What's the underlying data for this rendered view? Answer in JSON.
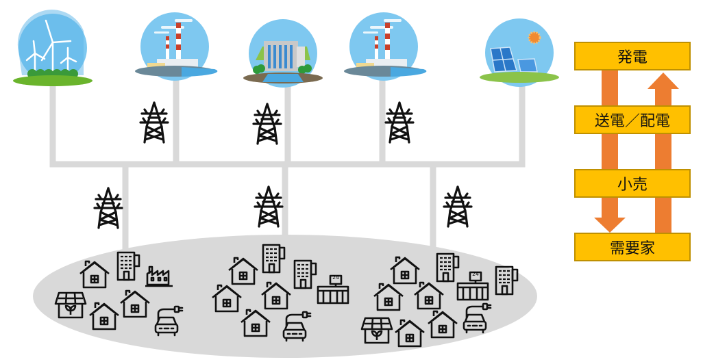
{
  "flow": {
    "steps": [
      "発電",
      "送電／配電",
      "小売",
      "需要家"
    ],
    "box_color": "#ffc000",
    "arrow_color": "#ed7d31"
  },
  "plants": [
    {
      "type": "wind",
      "icon": "wind-turbine-icon"
    },
    {
      "type": "thermal",
      "icon": "thermal-plant-icon"
    },
    {
      "type": "hydro",
      "icon": "hydro-dam-icon"
    },
    {
      "type": "thermal",
      "icon": "thermal-plant-icon"
    },
    {
      "type": "solar",
      "icon": "solar-panel-icon"
    }
  ],
  "grid": {
    "line_color": "#d9d9d9",
    "tower_icon": "transmission-tower-icon"
  },
  "consumer_area": {
    "color": "#d9d9d9",
    "convenience_store_sign": "24"
  }
}
